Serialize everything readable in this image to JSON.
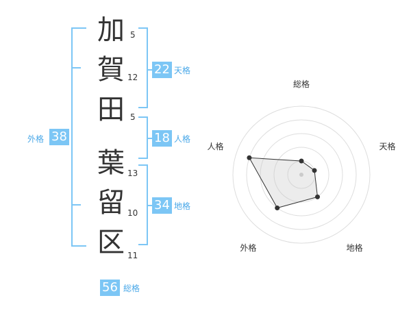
{
  "characters": [
    {
      "char": "加",
      "strokes": "5"
    },
    {
      "char": "賀",
      "strokes": "12"
    },
    {
      "char": "田",
      "strokes": "5"
    },
    {
      "char": "葉",
      "strokes": "13"
    },
    {
      "char": "留",
      "strokes": "10"
    },
    {
      "char": "区",
      "strokes": "11"
    }
  ],
  "kakusu": {
    "tenkaku": {
      "value": "22",
      "label": "天格"
    },
    "jinkaku": {
      "value": "18",
      "label": "人格"
    },
    "chikaku": {
      "value": "34",
      "label": "地格"
    },
    "gaikaku": {
      "value": "38",
      "label": "外格"
    },
    "soukaku": {
      "value": "56",
      "label": "総格"
    }
  },
  "colors": {
    "accent": "#7cc6f5",
    "label": "#4aa8e8"
  },
  "chart_data": {
    "type": "radar",
    "axes": [
      "総格",
      "天格",
      "地格",
      "外格",
      "人格"
    ],
    "values": [
      1,
      1,
      2,
      3,
      4
    ],
    "max": 5
  }
}
